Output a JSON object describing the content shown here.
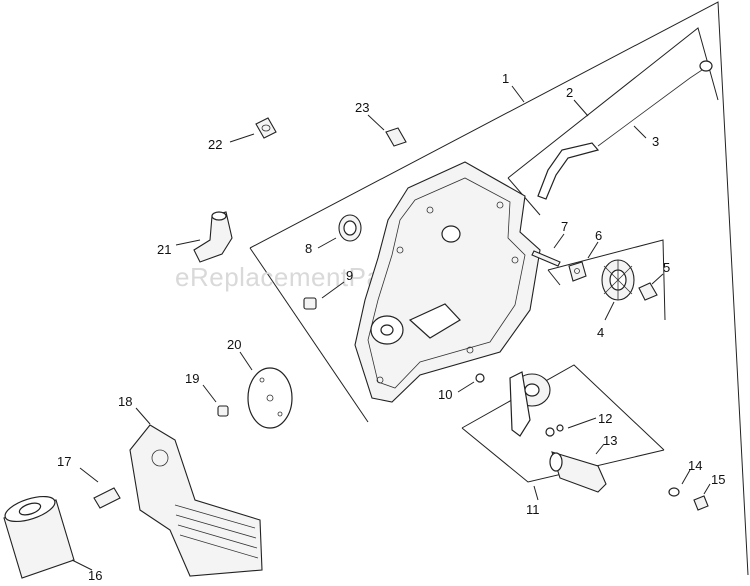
{
  "watermark": "eReplacementParts.com",
  "callouts": [
    "1",
    "2",
    "3",
    "4",
    "5",
    "6",
    "7",
    "8",
    "9",
    "10",
    "11",
    "12",
    "13",
    "14",
    "15",
    "16",
    "17",
    "18",
    "19",
    "20",
    "21",
    "22",
    "23"
  ]
}
